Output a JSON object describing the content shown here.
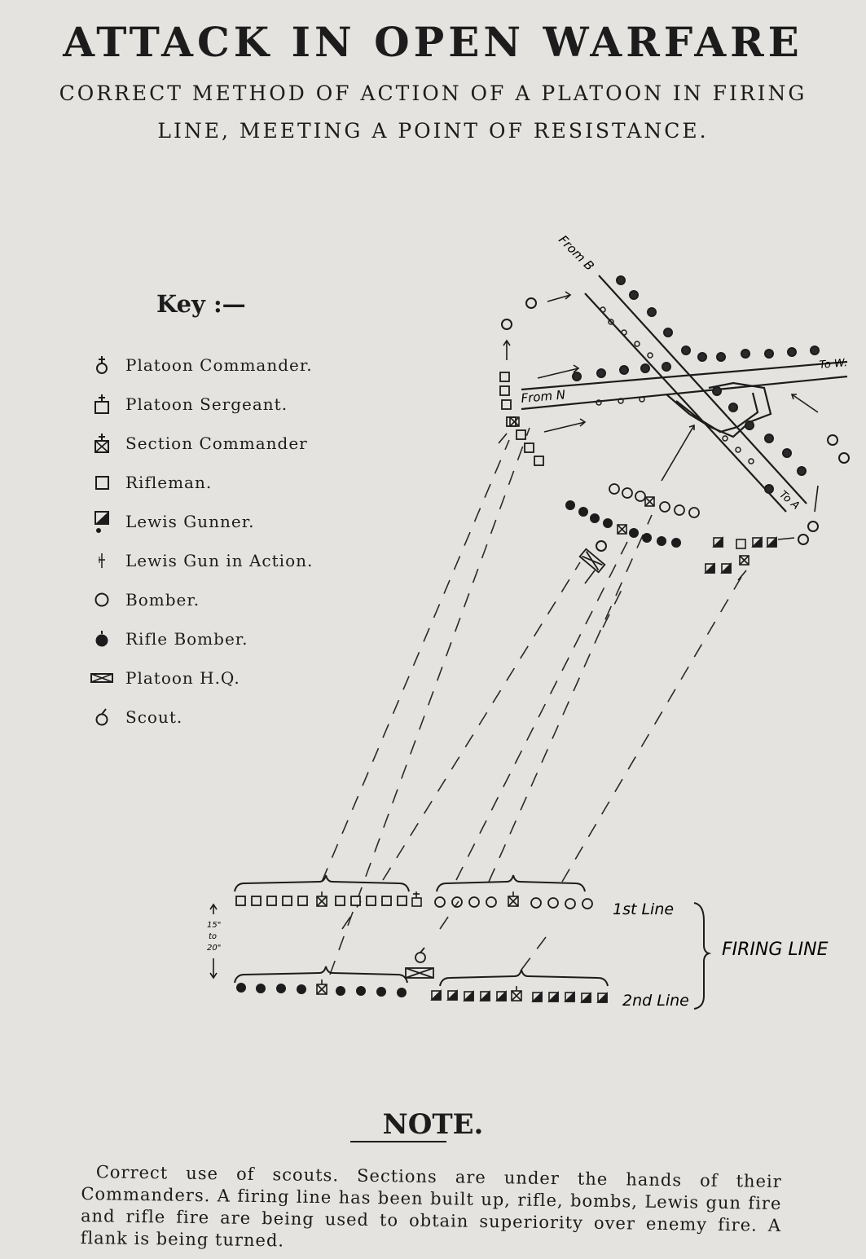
{
  "title": "ATTACK IN OPEN WARFARE",
  "subtitle": {
    "line1": "CORRECT METHOD OF ACTION OF A PLATOON IN FIRING",
    "line2": "LINE, MEETING A POINT OF RESISTANCE."
  },
  "key": {
    "heading": "Key :—",
    "items": [
      {
        "symbol": "platoon-commander-icon",
        "label": "Platoon Commander."
      },
      {
        "symbol": "platoon-sergeant-icon",
        "label": "Platoon Sergeant."
      },
      {
        "symbol": "section-commander-icon",
        "label": "Section Commander"
      },
      {
        "symbol": "rifleman-icon",
        "label": "Rifleman."
      },
      {
        "symbol": "lewis-gunner-icon",
        "label": "Lewis Gunner."
      },
      {
        "symbol": "lewis-gun-in-action-icon",
        "label": "Lewis Gun in Action."
      },
      {
        "symbol": "bomber-icon",
        "label": "Bomber."
      },
      {
        "symbol": "rifle-bomber-icon",
        "label": "Rifle Bomber."
      },
      {
        "symbol": "platoon-hq-icon",
        "label": "Platoon H.Q."
      },
      {
        "symbol": "scout-icon",
        "label": "Scout."
      }
    ]
  },
  "diagram": {
    "from_b": "From B",
    "from_n": "From N",
    "to_w": "To W.",
    "to_a": "To A",
    "first_line": "1st Line",
    "second_line": "2nd Line",
    "firing_line": "FIRING LINE",
    "distance": [
      "15\"",
      "to",
      "20\""
    ]
  },
  "note": {
    "heading": "NOTE.",
    "text": "Correct use of scouts. Sections are under the hands of their Commanders. A firing line has been built up, rifle, bombs, Lewis gun fire and rifle fire are being used to obtain superiority over enemy fire. A flank is being turned."
  }
}
